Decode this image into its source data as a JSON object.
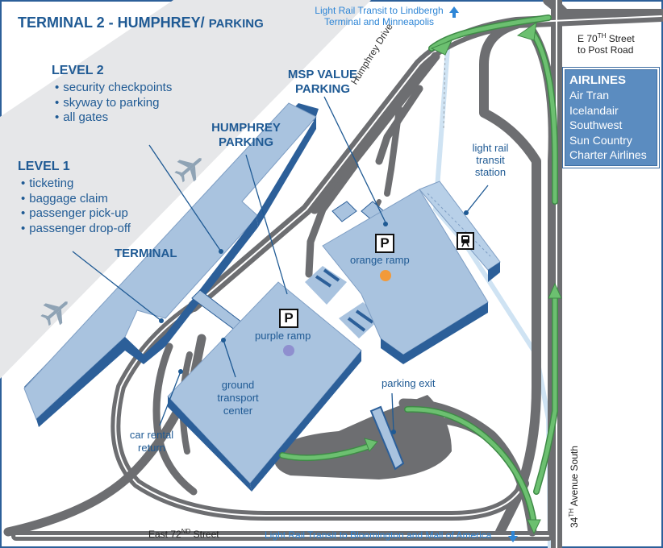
{
  "title": {
    "main": "TERMINAL 2 - HUMPHREY/",
    "sub": "PARKING"
  },
  "level2": {
    "heading": "LEVEL 2",
    "items": [
      "security checkpoints",
      "skyway to parking",
      "all gates"
    ]
  },
  "level1": {
    "heading": "LEVEL 1",
    "items": [
      "ticketing",
      "baggage claim",
      "passenger pick-up",
      "passenger drop-off"
    ]
  },
  "labels": {
    "terminal": "TERMINAL",
    "humphrey_parking_1": "HUMPHREY",
    "humphrey_parking_2": "PARKING",
    "msp_value_1": "MSP VALUE",
    "msp_value_2": "PARKING",
    "humphrey_drive": "Humphrey Drive",
    "light_rail_station_1": "light rail",
    "light_rail_station_2": "transit",
    "light_rail_station_3": "station",
    "orange_ramp": "orange ramp",
    "purple_ramp": "purple ramp",
    "ground_1": "ground",
    "ground_2": "transport",
    "ground_3": "center",
    "car_rental_1": "car rental",
    "car_rental_2": "return",
    "parking_exit": "parking exit",
    "parking_symbol": "P",
    "lrt_north_1": "Light Rail Transit to Lindbergh",
    "lrt_north_2": "Terminal and Minneapolis",
    "lrt_south": "Light Rail Transit to Bloomington and Mall of America",
    "e70_1": "E 70",
    "e70_sup": "TH",
    "e70_2": " Street",
    "e70_3": "to Post Road",
    "e72_1": "East 72",
    "e72_sup": "ND",
    "e72_2": " Street",
    "ave34_1": "34",
    "ave34_sup": "TH",
    "ave34_2": " Avenue South"
  },
  "airlines": {
    "heading": "AIRLINES",
    "list": [
      "Air Tran",
      "Icelandair",
      "Southwest",
      "Sun Country",
      "Charter Airlines"
    ]
  },
  "colors": {
    "road": "#6d6e71",
    "building_top": "#a9c3df",
    "building_side": "#2c5f99",
    "route_green": "#6cc070",
    "text_blue": "#1f5a94",
    "orange_marker": "#f29a3a",
    "purple_marker": "#8f8fcf",
    "runway_band": "#e8e9eb"
  }
}
